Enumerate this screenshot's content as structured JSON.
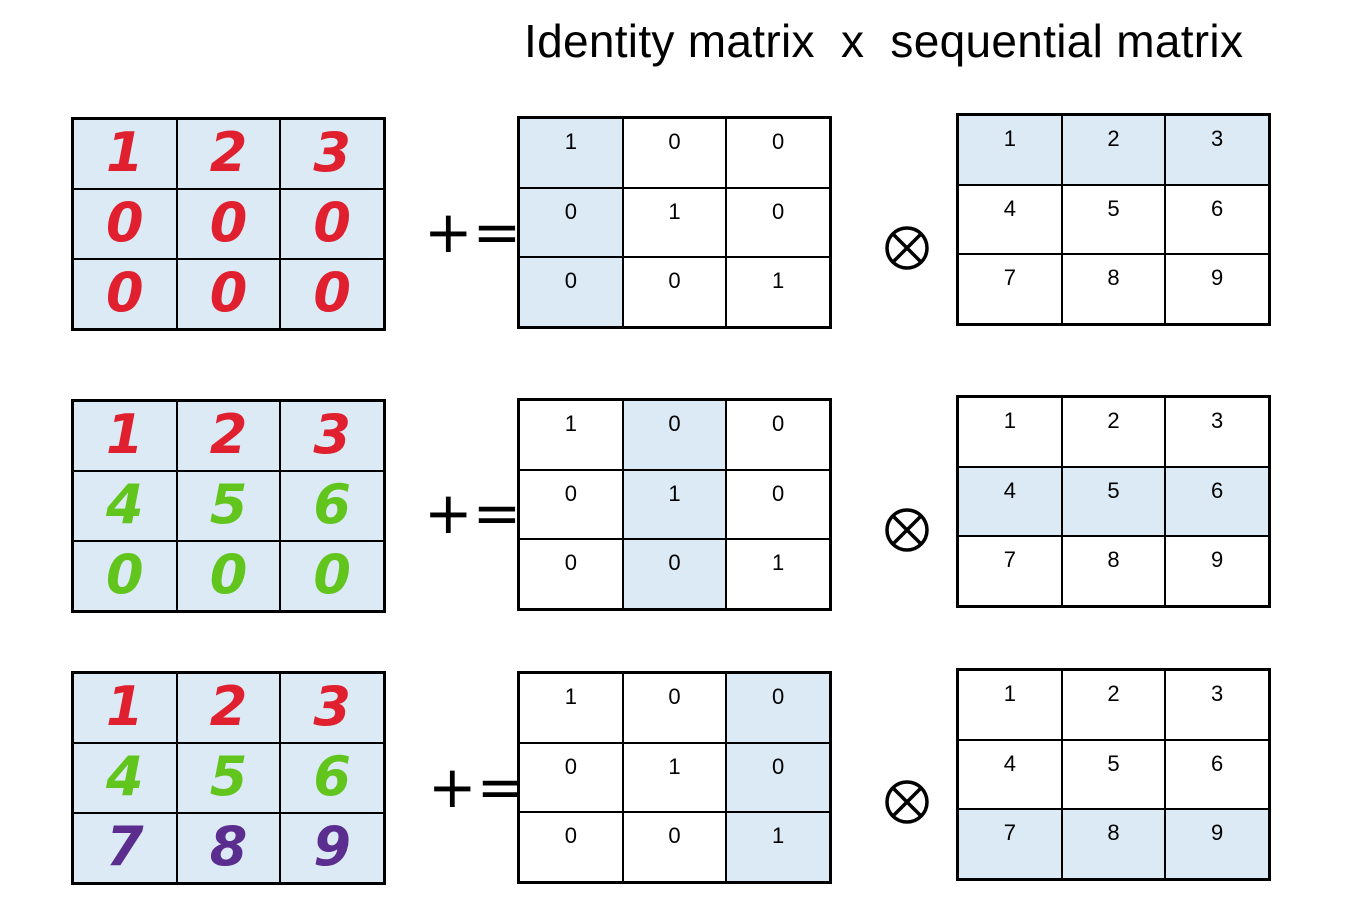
{
  "title": "Identity matrix  x  sequential matrix",
  "colors": {
    "highlight": "#dbeaf4",
    "red": "#e0202f",
    "green": "#62c51e",
    "purple": "#5b2d8e"
  },
  "operators": {
    "accumulate": "+=",
    "tensor_icon": "circled-times-icon"
  },
  "rows": [
    {
      "result": [
        {
          "v": "1",
          "c": "red"
        },
        {
          "v": "2",
          "c": "red"
        },
        {
          "v": "3",
          "c": "red"
        },
        {
          "v": "0",
          "c": "red"
        },
        {
          "v": "0",
          "c": "red"
        },
        {
          "v": "0",
          "c": "red"
        },
        {
          "v": "0",
          "c": "red"
        },
        {
          "v": "0",
          "c": "red"
        },
        {
          "v": "0",
          "c": "red"
        }
      ],
      "identity": [
        "1",
        "0",
        "0",
        "0",
        "1",
        "0",
        "0",
        "0",
        "1"
      ],
      "identity_highlight": "column 1",
      "sequential": [
        "1",
        "2",
        "3",
        "4",
        "5",
        "6",
        "7",
        "8",
        "9"
      ],
      "sequential_highlight": "row 1"
    },
    {
      "result": [
        {
          "v": "1",
          "c": "red"
        },
        {
          "v": "2",
          "c": "red"
        },
        {
          "v": "3",
          "c": "red"
        },
        {
          "v": "4",
          "c": "green"
        },
        {
          "v": "5",
          "c": "green"
        },
        {
          "v": "6",
          "c": "green"
        },
        {
          "v": "0",
          "c": "green"
        },
        {
          "v": "0",
          "c": "green"
        },
        {
          "v": "0",
          "c": "green"
        }
      ],
      "identity": [
        "1",
        "0",
        "0",
        "0",
        "1",
        "0",
        "0",
        "0",
        "1"
      ],
      "identity_highlight": "column 2",
      "sequential": [
        "1",
        "2",
        "3",
        "4",
        "5",
        "6",
        "7",
        "8",
        "9"
      ],
      "sequential_highlight": "row 2"
    },
    {
      "result": [
        {
          "v": "1",
          "c": "red"
        },
        {
          "v": "2",
          "c": "red"
        },
        {
          "v": "3",
          "c": "red"
        },
        {
          "v": "4",
          "c": "green"
        },
        {
          "v": "5",
          "c": "green"
        },
        {
          "v": "6",
          "c": "green"
        },
        {
          "v": "7",
          "c": "purple"
        },
        {
          "v": "8",
          "c": "purple"
        },
        {
          "v": "9",
          "c": "purple"
        }
      ],
      "identity": [
        "1",
        "0",
        "0",
        "0",
        "1",
        "0",
        "0",
        "0",
        "1"
      ],
      "identity_highlight": "column 3",
      "sequential": [
        "1",
        "2",
        "3",
        "4",
        "5",
        "6",
        "7",
        "8",
        "9"
      ],
      "sequential_highlight": "row 3"
    }
  ]
}
